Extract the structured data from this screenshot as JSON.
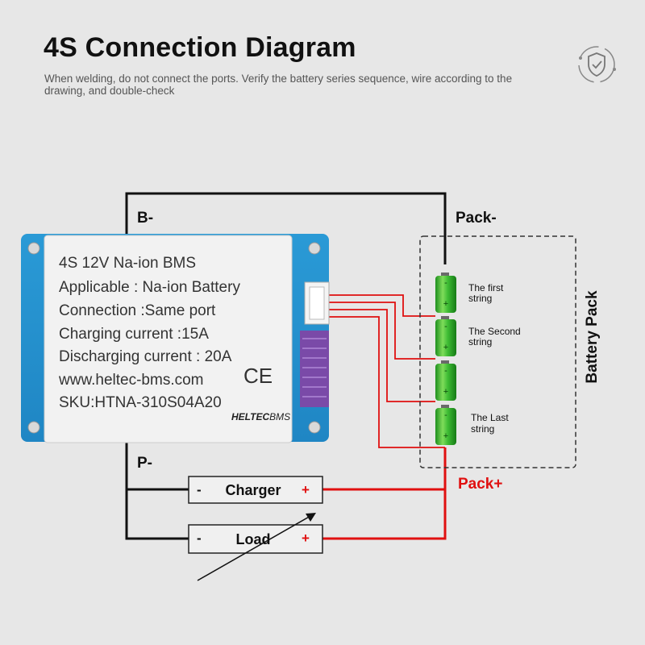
{
  "header": {
    "title": "4S Connection Diagram",
    "subtitle": "When welding, do not connect the ports. Verify the battery series sequence, wire according to the drawing, and double-check"
  },
  "bms_label": {
    "lines": [
      "4S  12V  Na-ion BMS",
      "Applicable : Na-ion Battery",
      "Connection :Same port",
      "Charging current :15A",
      "Discharging current : 20A",
      "www.heltec-bms.com",
      "SKU:HTNA-310S04A20"
    ],
    "ce_mark": "CE",
    "brand": "HELTEC",
    "brand_suffix": "BMS"
  },
  "terminals": {
    "b_minus": "B-",
    "p_minus": "P-",
    "pack_minus": "Pack-",
    "pack_plus": "Pack+"
  },
  "battery_pack": {
    "title": "Battery Pack",
    "strings": [
      {
        "line1": "The first",
        "line2": "string"
      },
      {
        "line1": "The Second",
        "line2": "string"
      },
      {
        "line1": "",
        "line2": ""
      },
      {
        "line1": "The Last",
        "line2": "string"
      }
    ]
  },
  "devices": {
    "charger": {
      "label": "Charger",
      "minus": "-",
      "plus": "+"
    },
    "load": {
      "label": "Load",
      "minus": "-",
      "plus": "+"
    }
  },
  "colors": {
    "wire_negative": "#111111",
    "wire_positive": "#e01010",
    "board_blue": "#2a9ad6",
    "cell_green": "#2fae2f",
    "pack_plus_text": "#e01010"
  },
  "icons": {
    "logo": "shield-check-icon"
  }
}
